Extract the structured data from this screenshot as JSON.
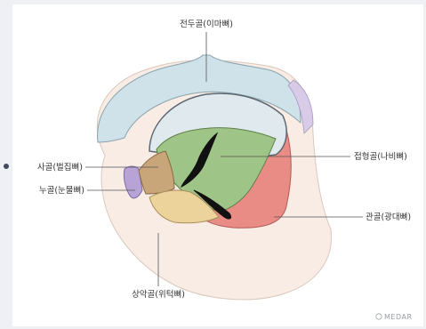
{
  "labels": {
    "frontal": "전두골(이마뼈)",
    "sphenoid": "접형골(나비뼈)",
    "ethmoid": "사골(벌집뼈)",
    "lacrimal": "누골(눈물뼈)",
    "zygomatic": "관골(광대뼈)",
    "maxilla": "상악골(위턱뼈)"
  },
  "watermark": "MEDAR",
  "colors": {
    "frontal": "#cfe2ea",
    "sphenoid": "#9fc487",
    "ethmoid": "#c9a57a",
    "lacrimal": "#b8a3d6",
    "zygomatic": "#e98c86",
    "maxilla": "#f1dcc0",
    "palatine": "#ecd29b",
    "skin": "#f7ebe4"
  }
}
